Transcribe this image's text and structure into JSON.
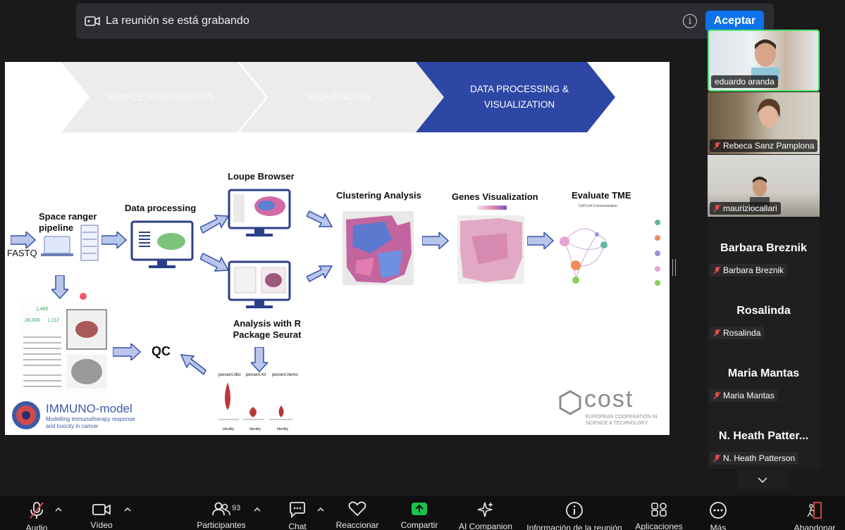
{
  "banner": {
    "recording_text": "La reunión se está grabando",
    "accept_label": "Aceptar",
    "icon": "camera-icon",
    "info_icon": "info-icon"
  },
  "slide": {
    "steps": [
      "SAMPLE PREPARATION",
      "SEQUENCING",
      "DATA PROCESSING & VISUALIZATION"
    ],
    "step_active_color": "#2e47a5",
    "step_inactive_color": "#ebebeb",
    "labels": {
      "fastq": "FASTQ",
      "space_ranger": "Space ranger pipeline",
      "data_processing": "Data processing",
      "loupe_browser": "Loupe Browser",
      "analysis_r": "Analysis with R Package Seurat",
      "clustering": "Clustering Analysis",
      "genes_vis": "Genes Visualization",
      "evaluate_tme": "Evaluate TME",
      "qc": "QC",
      "cell_comm": "Cell-Cell Communication",
      "violin_1": "percent.ribo",
      "violin_2": "percent.mt",
      "violin_3": "percent.hemo",
      "identity": "Identity"
    },
    "branding": {
      "immuno_title": "IMMUNO-model",
      "immuno_sub": "Modelling immunotherapy response and toxicity in cancer",
      "cost_title": "cost",
      "cost_sub": "EUROPEAN COOPERATION IN SCIENCE & TECHNOLOGY"
    },
    "qc_numbers": [
      "1,485",
      "28,006",
      "1,112"
    ]
  },
  "participants": {
    "video": [
      {
        "name": "eduardo aranda",
        "muted": false,
        "active": true
      },
      {
        "name": "Rebeca Sanz Pamplona",
        "muted": true,
        "active": false
      },
      {
        "name": "mauriziocallari",
        "muted": true,
        "active": false
      }
    ],
    "no_video": [
      {
        "display": "Barbara Breznik",
        "name": "Barbara Breznik"
      },
      {
        "display": "Rosalinda",
        "name": "Rosalinda"
      },
      {
        "display": "Maria Mantas",
        "name": "Maria Mantas"
      },
      {
        "display": "N. Heath Patter...",
        "name": "N. Heath Patterson"
      }
    ]
  },
  "toolbar": {
    "audio": "Audio",
    "video": "Vídeo",
    "participants": "Participantes",
    "participants_count": "93",
    "chat": "Chat",
    "react": "Reaccionar",
    "share": "Compartir",
    "ai": "AI Companion",
    "info": "Información de la reunión",
    "apps": "Aplicaciones",
    "more": "Más",
    "leave": "Abandonar",
    "share_color": "#1bc24b",
    "leave_color": "#e5484d"
  }
}
